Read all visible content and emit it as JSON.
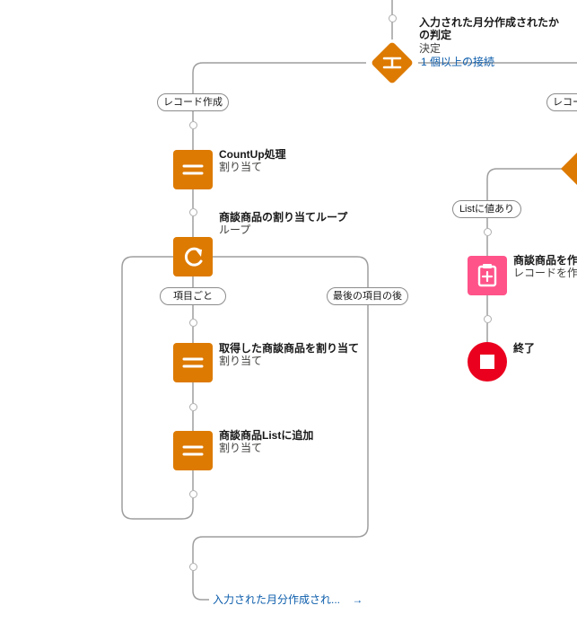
{
  "decision_top": {
    "title_line1": "入力された月分作成されたか",
    "title_line2": "の判定",
    "type": "決定",
    "connections": "1 個以上の接続"
  },
  "branches": {
    "left": "レコード作成",
    "right_partial": "レコー"
  },
  "countup": {
    "title": "CountUp処理",
    "type": "割り当て"
  },
  "loop": {
    "title": "商談商品の割り当てループ",
    "type": "ループ"
  },
  "loop_paths": {
    "each": "項目ごと",
    "after_last": "最後の項目の後"
  },
  "assign_item": {
    "title": "取得した商談商品を割り当て",
    "type": "割り当て"
  },
  "add_list": {
    "title": "商談商品Listに追加",
    "type": "割り当て"
  },
  "bottom_link": {
    "label": "入力された月分作成され...",
    "arrow": "→"
  },
  "right_branch": {
    "path_label": "Listに値あり",
    "create_title": "商談商品を作",
    "create_type": "レコードを作",
    "end_label": "終了"
  },
  "colors": {
    "assignment": "#dd7a01",
    "create": "#ff538a",
    "end": "#ea001e",
    "line": "#9e9e9e",
    "link": "#0b5cab"
  },
  "icons": {
    "decision": "decision-icon",
    "assignment": "equals-icon",
    "loop": "loop-refresh-icon",
    "create": "clipboard-plus-icon",
    "end": "stop-square-icon"
  }
}
